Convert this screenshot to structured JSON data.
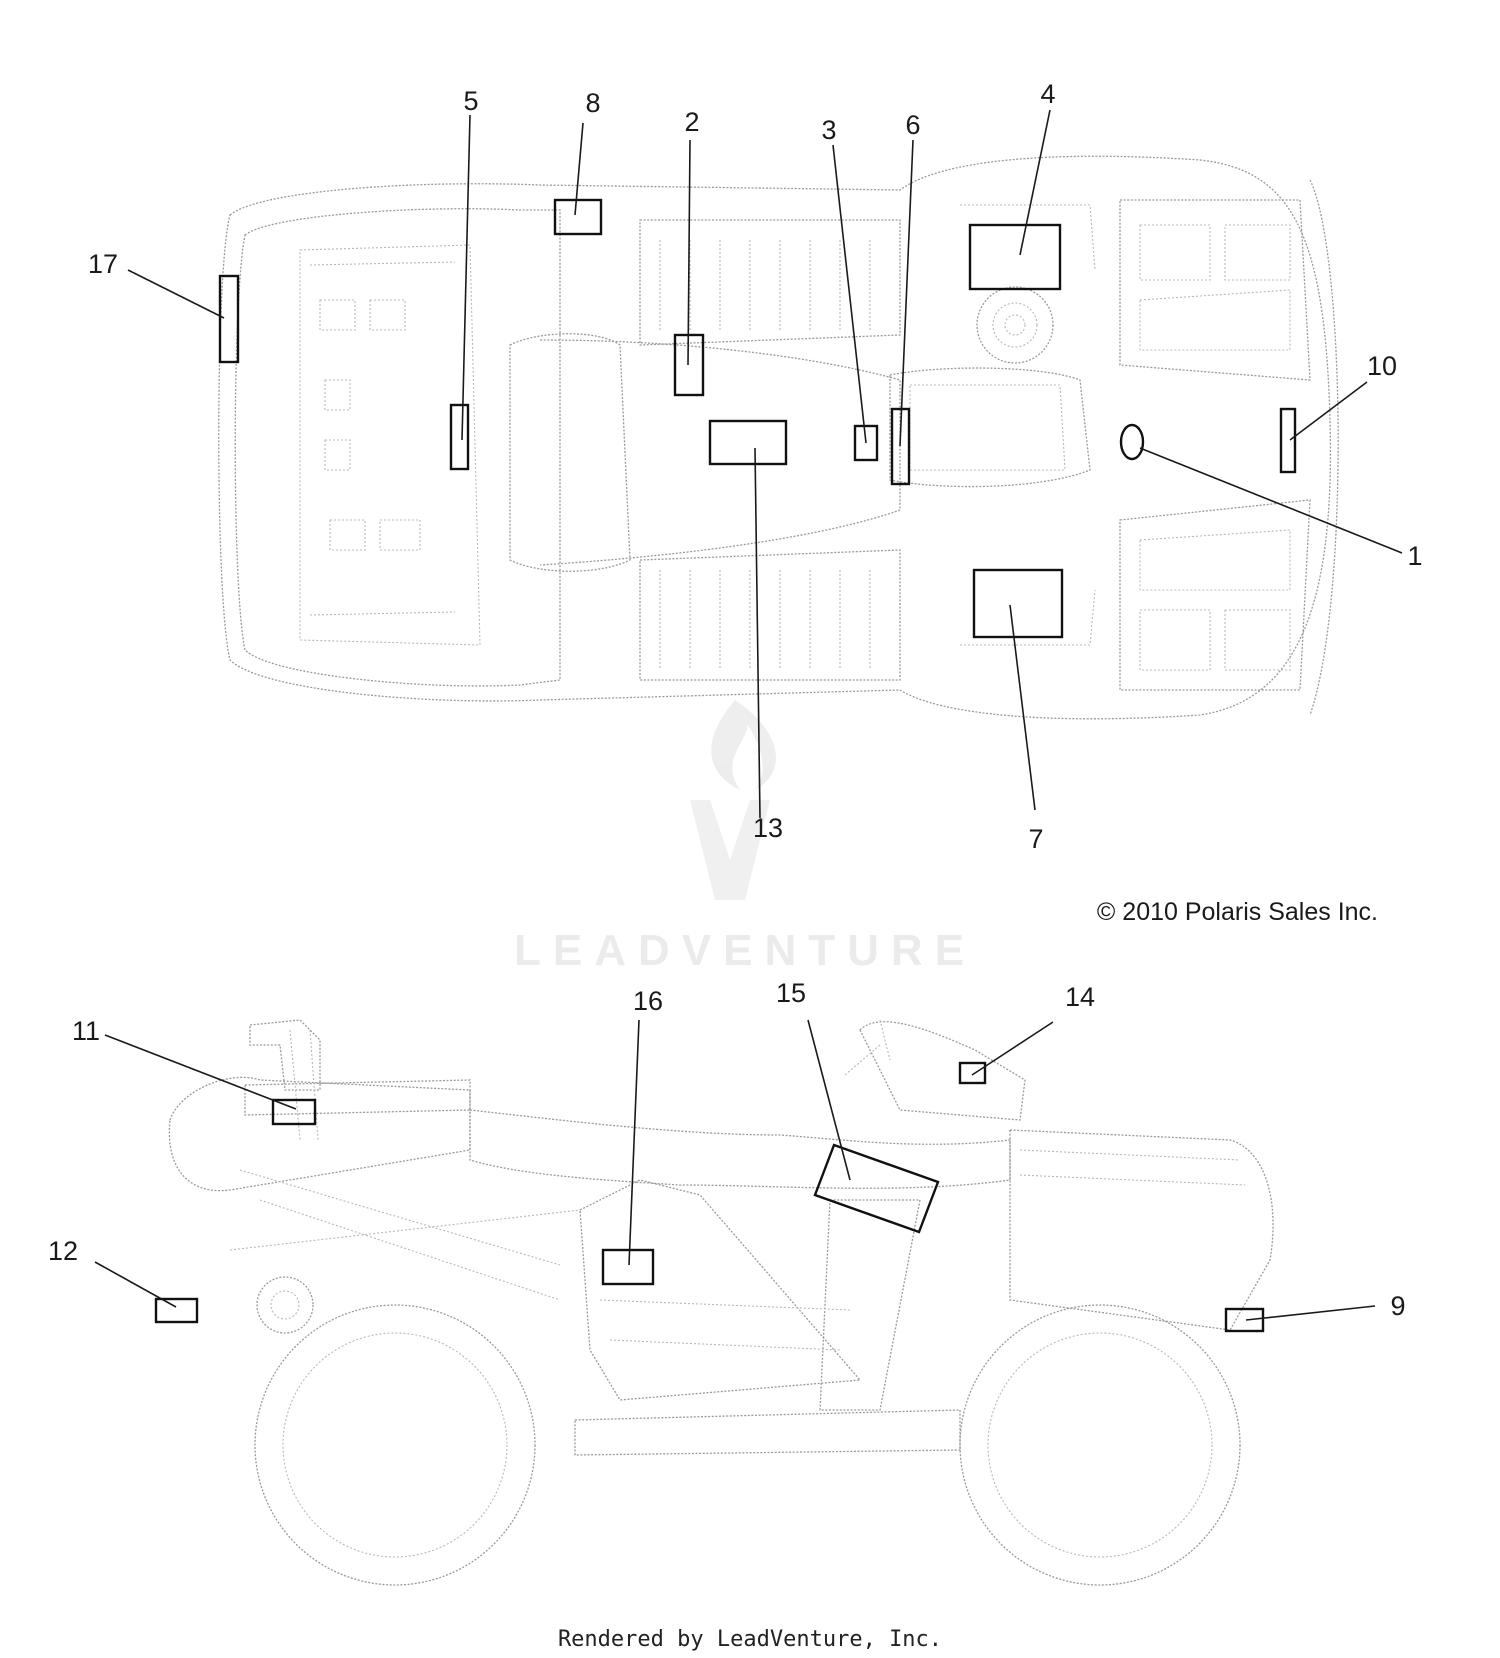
{
  "diagram": {
    "callouts": [
      {
        "id": "1",
        "label": "1"
      },
      {
        "id": "2",
        "label": "2"
      },
      {
        "id": "3",
        "label": "3"
      },
      {
        "id": "4",
        "label": "4"
      },
      {
        "id": "5",
        "label": "5"
      },
      {
        "id": "6",
        "label": "6"
      },
      {
        "id": "7",
        "label": "7"
      },
      {
        "id": "8",
        "label": "8"
      },
      {
        "id": "9",
        "label": "9"
      },
      {
        "id": "10",
        "label": "10"
      },
      {
        "id": "11",
        "label": "11"
      },
      {
        "id": "12",
        "label": "12"
      },
      {
        "id": "13",
        "label": "13"
      },
      {
        "id": "14",
        "label": "14"
      },
      {
        "id": "15",
        "label": "15"
      },
      {
        "id": "16",
        "label": "16"
      },
      {
        "id": "17",
        "label": "17"
      }
    ],
    "copyright": "© 2010 Polaris Sales Inc.",
    "watermark": "LEADVENTURE",
    "footer": "Rendered by LeadVenture, Inc."
  }
}
